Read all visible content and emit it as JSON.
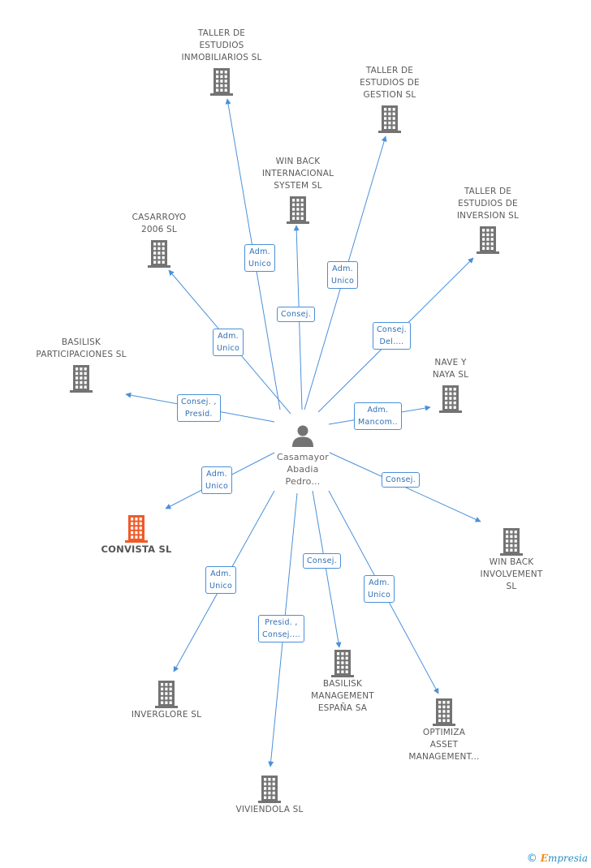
{
  "center": {
    "name": "Casamayor\nAbadia\nPedro..."
  },
  "companies": [
    {
      "id": "taller-inmobiliarios",
      "label": "TALLER DE\nESTUDIOS\nINMOBILIARIOS SL",
      "highlight": false
    },
    {
      "id": "taller-gestion",
      "label": "TALLER DE\nESTUDIOS DE\nGESTION SL",
      "highlight": false
    },
    {
      "id": "win-back-internacional",
      "label": "WIN BACK\nINTERNACIONAL\nSYSTEM  SL",
      "highlight": false
    },
    {
      "id": "taller-inversion",
      "label": "TALLER DE\nESTUDIOS DE\nINVERSION SL",
      "highlight": false
    },
    {
      "id": "casarroyo",
      "label": "CASARROYO\n2006 SL",
      "highlight": false
    },
    {
      "id": "basilisk-participaciones",
      "label": "BASILISK\nPARTICIPACIONES SL",
      "highlight": false
    },
    {
      "id": "nave-naya",
      "label": "NAVE Y\nNAYA SL",
      "highlight": false
    },
    {
      "id": "convista",
      "label": "CONVISTA SL",
      "highlight": true
    },
    {
      "id": "win-back-involvement",
      "label": "WIN BACK\nINVOLVEMENT\nSL",
      "highlight": false
    },
    {
      "id": "inverglore",
      "label": "INVERGLORE SL",
      "highlight": false
    },
    {
      "id": "basilisk-management",
      "label": "BASILISK\nMANAGEMENT\nESPAÑA SA",
      "highlight": false
    },
    {
      "id": "optimiza",
      "label": "OPTIMIZA\nASSET\nMANAGEMENT...",
      "highlight": false
    },
    {
      "id": "viviendola",
      "label": "VIVIENDOLA  SL",
      "highlight": false
    }
  ],
  "relations": [
    {
      "to": "taller-inmobiliarios",
      "label": "Adm.\nUnico"
    },
    {
      "to": "taller-gestion",
      "label": "Adm.\nUnico"
    },
    {
      "to": "win-back-internacional",
      "label": "Consej."
    },
    {
      "to": "taller-inversion",
      "label": "Consej.\nDel...."
    },
    {
      "to": "casarroyo",
      "label": "Adm.\nUnico"
    },
    {
      "to": "basilisk-participaciones",
      "label": "Consej. ,\nPresid."
    },
    {
      "to": "nave-naya",
      "label": "Adm.\nMancom.."
    },
    {
      "to": "convista",
      "label": "Adm.\nUnico"
    },
    {
      "to": "win-back-involvement",
      "label": "Consej."
    },
    {
      "to": "inverglore",
      "label": "Adm.\nUnico"
    },
    {
      "to": "basilisk-management",
      "label": "Consej."
    },
    {
      "to": "optimiza",
      "label": "Adm.\nUnico"
    },
    {
      "to": "viviendola",
      "label": "Presid. ,\nConsej...."
    }
  ],
  "colors": {
    "edge": "#4a90d9",
    "building": "#737373",
    "highlight": "#f05a28",
    "person": "#737373"
  },
  "icons": {
    "company": "building-icon",
    "person": "person-icon"
  },
  "brand": {
    "copyright": "©",
    "name_e": "E",
    "name_rest": "mpresia"
  }
}
